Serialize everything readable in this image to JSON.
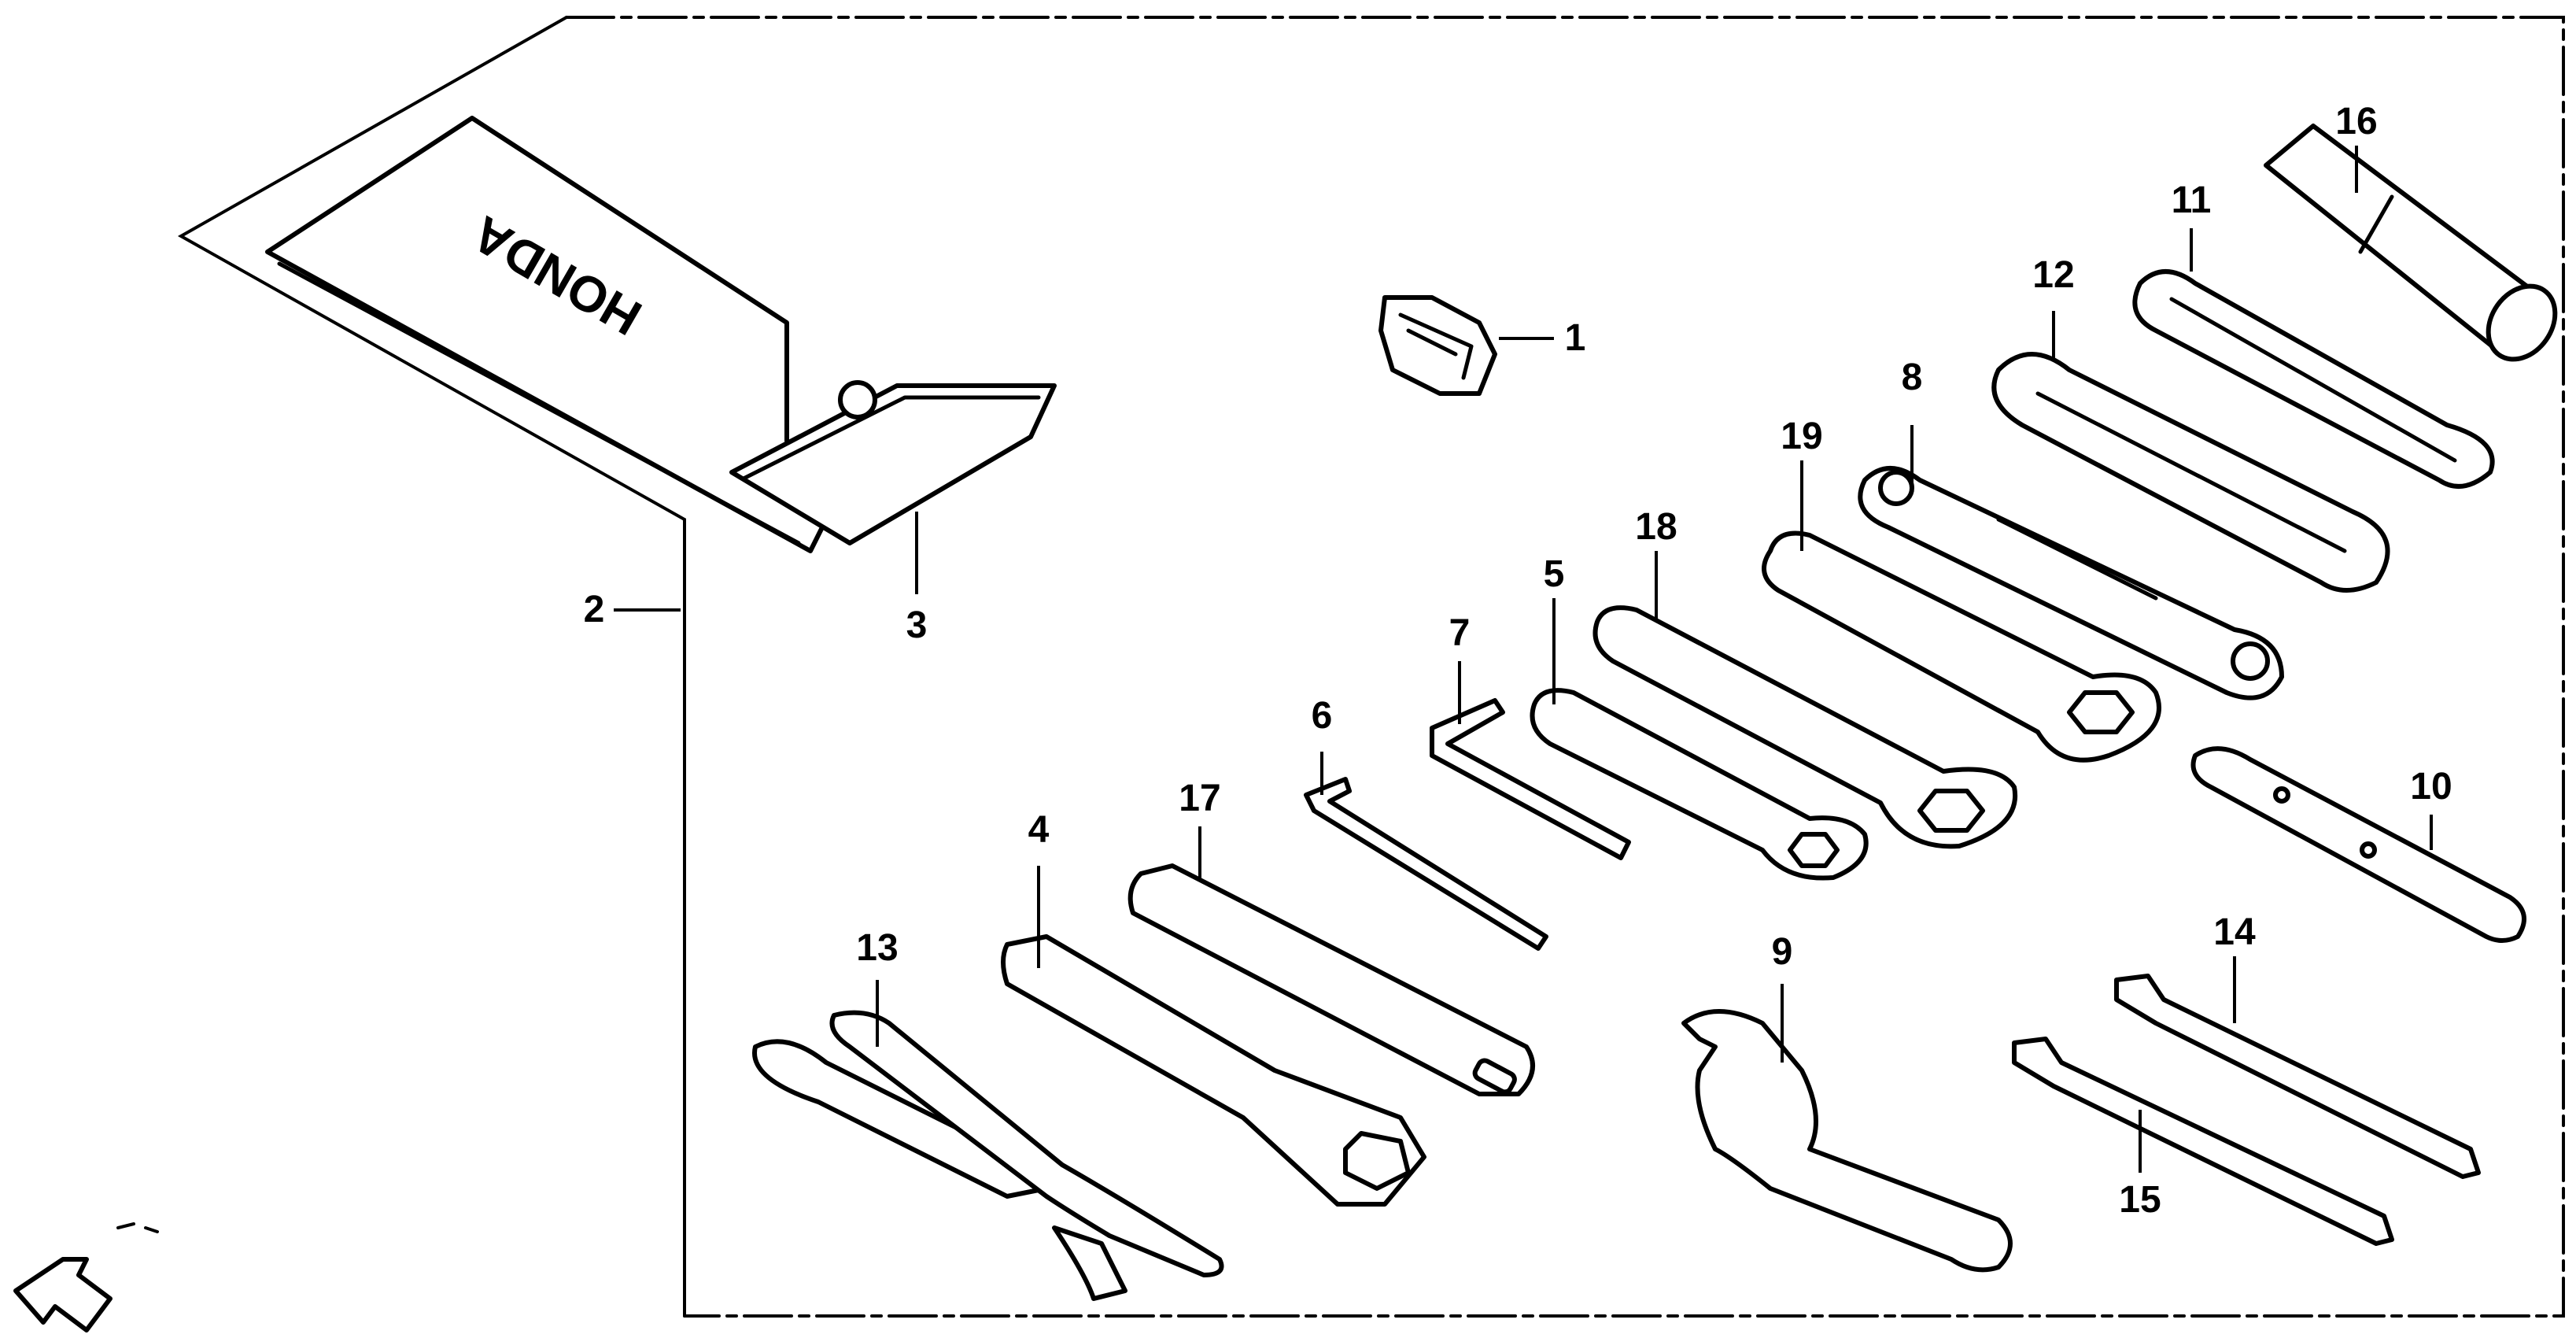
{
  "pouch": {
    "brand_text": "HONDA"
  },
  "callouts": [
    {
      "id": "1",
      "label": "1"
    },
    {
      "id": "2",
      "label": "2"
    },
    {
      "id": "3",
      "label": "3"
    },
    {
      "id": "4",
      "label": "4"
    },
    {
      "id": "5",
      "label": "5"
    },
    {
      "id": "6",
      "label": "6"
    },
    {
      "id": "7",
      "label": "7"
    },
    {
      "id": "8",
      "label": "8"
    },
    {
      "id": "9",
      "label": "9"
    },
    {
      "id": "10",
      "label": "10"
    },
    {
      "id": "11",
      "label": "11"
    },
    {
      "id": "12",
      "label": "12"
    },
    {
      "id": "13",
      "label": "13"
    },
    {
      "id": "14",
      "label": "14"
    },
    {
      "id": "15",
      "label": "15"
    },
    {
      "id": "16",
      "label": "16"
    },
    {
      "id": "17",
      "label": "17"
    },
    {
      "id": "18",
      "label": "18"
    },
    {
      "id": "19",
      "label": "19"
    }
  ]
}
